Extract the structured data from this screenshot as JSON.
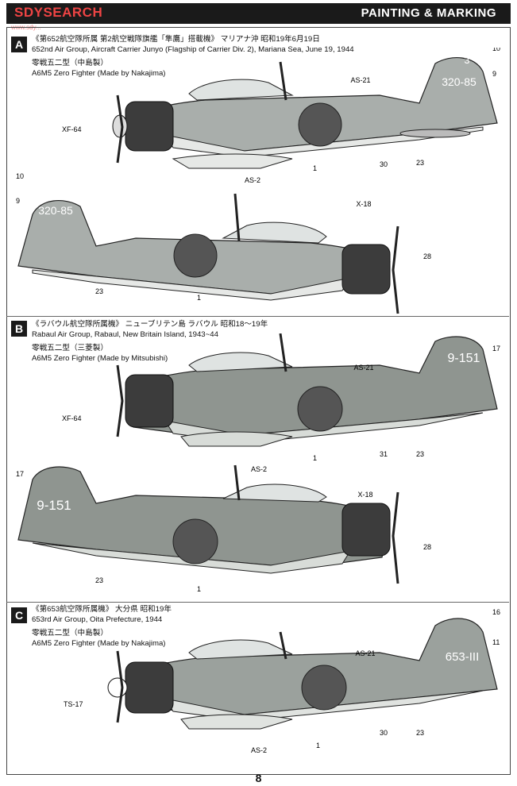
{
  "header": {
    "title": "PAINTING & MARKING",
    "watermark": "SDYSEARCH",
    "watermark_sub": "www.sdy..."
  },
  "page_number": "8",
  "sections": [
    {
      "letter": "A",
      "line1": "《第652航空隊所属 第2航空戦隊旗艦「隼鷹」搭載機》 マリアナ沖 昭和19年6月19日",
      "line2": "652nd Air Group, Aircraft Carrier Junyo (Flagship of Carrier Div. 2), Mariana Sea, June 19, 1944",
      "line3": "零戦五二型（中島製）",
      "line4": "A6M5 Zero Fighter (Made by Nakajima)",
      "tail_top": "3",
      "tail_code": "320-85",
      "callouts": {
        "c1": "10",
        "c2": "9",
        "antenna": "AS-21",
        "spinner": "XF-64",
        "under": "AS-2",
        "n1": "1",
        "n30": "30",
        "n23": "23",
        "n28": "28",
        "x18": "X-18"
      }
    },
    {
      "letter": "B",
      "line1": "《ラバウル航空隊所属機》 ニューブリテン島 ラバウル 昭和18〜19年",
      "line2": "Rabaul Air Group, Rabaul, New Britain Island, 1943~44",
      "line3": "零戦五二型（三菱製）",
      "line4": "A6M5 Zero Fighter (Made by Mitsubishi)",
      "tail_code": "9-151",
      "callouts": {
        "c1": "17",
        "antenna": "AS-21",
        "spinner": "XF-64",
        "under": "AS-2",
        "n1": "1",
        "n31": "31",
        "n23": "23",
        "n28": "28",
        "x18": "X-18"
      }
    },
    {
      "letter": "C",
      "line1": "《第653航空隊所属機》 大分県 昭和19年",
      "line2": "653rd Air Group, Oita Prefecture, 1944",
      "line3": "零戦五二型（中島製）",
      "line4": "A6M5 Zero Fighter (Made by Nakajima)",
      "tail_code": "653-III",
      "callouts": {
        "c1": "16",
        "c2": "11",
        "antenna": "AS-21",
        "spinner": "TS-17",
        "under": "AS-2",
        "n1": "1",
        "n30": "30",
        "n23": "23"
      }
    }
  ]
}
